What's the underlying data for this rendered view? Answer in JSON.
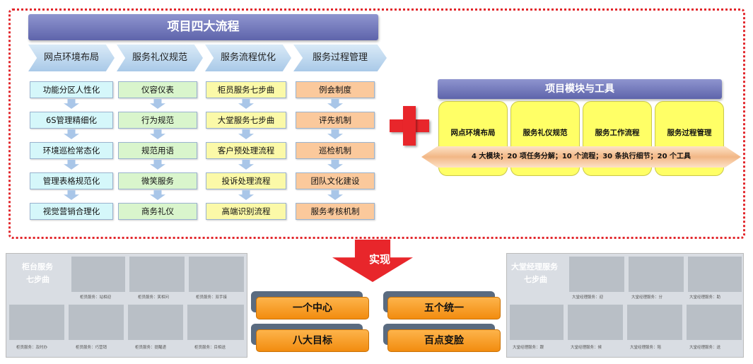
{
  "title": "项目四大流程",
  "columns": [
    {
      "header": "网点环境布局",
      "steps": [
        "功能分区人性化",
        "6S管理精细化",
        "环境巡检常态化",
        "管理表格规范化",
        "视觉营销合理化"
      ]
    },
    {
      "header": "服务礼仪规范",
      "steps": [
        "仪容仪表",
        "行为规范",
        "规范用语",
        "微笑服务",
        "商务礼仪"
      ]
    },
    {
      "header": "服务流程优化",
      "steps": [
        "柜员服务七步曲",
        "大堂服务七步曲",
        "客户预处理流程",
        "投诉处理流程",
        "高端识别流程"
      ]
    },
    {
      "header": "服务过程管理",
      "steps": [
        "例会制度",
        "评先机制",
        "巡检机制",
        "团队文化建设",
        "服务考核机制"
      ]
    }
  ],
  "modules": {
    "title": "项目模块与工具",
    "cards": [
      "网点环境布局",
      "服务礼仪规范",
      "服务工作流程",
      "服务过程管理"
    ],
    "banner": "4 大模块；20 项任务分解；10 个流程；30 条执行细节；20 个工具"
  },
  "arrow_label": "实现",
  "left_panel": {
    "title": [
      "柜台服务",
      "七步曲"
    ],
    "captions": [
      "柜员服务：站相迎",
      "柜员服务：笑相问",
      "柜员服务：双手接",
      "柜员服务：及时办",
      "柜员服务：巧营销",
      "柜员服务：提醒递",
      "柜员服务：目相送"
    ]
  },
  "right_panel": {
    "title": [
      "大堂经理服务",
      "七步曲"
    ],
    "captions": [
      "大堂经理服务：迎",
      "大堂经理服务：分",
      "大堂经理服务：助",
      "大堂经理服务：跟",
      "大堂经理服务：候",
      "大堂经理服务：陪",
      "大堂经理服务：送"
    ]
  },
  "goals": [
    "一个中心",
    "五个统一",
    "八大目标",
    "百点变脸"
  ],
  "colors": {
    "accent_red": "#e8262b",
    "title_purple": "#6a70b5",
    "goal_orange": "#f7a030",
    "card_yellow": "#ffff66"
  }
}
